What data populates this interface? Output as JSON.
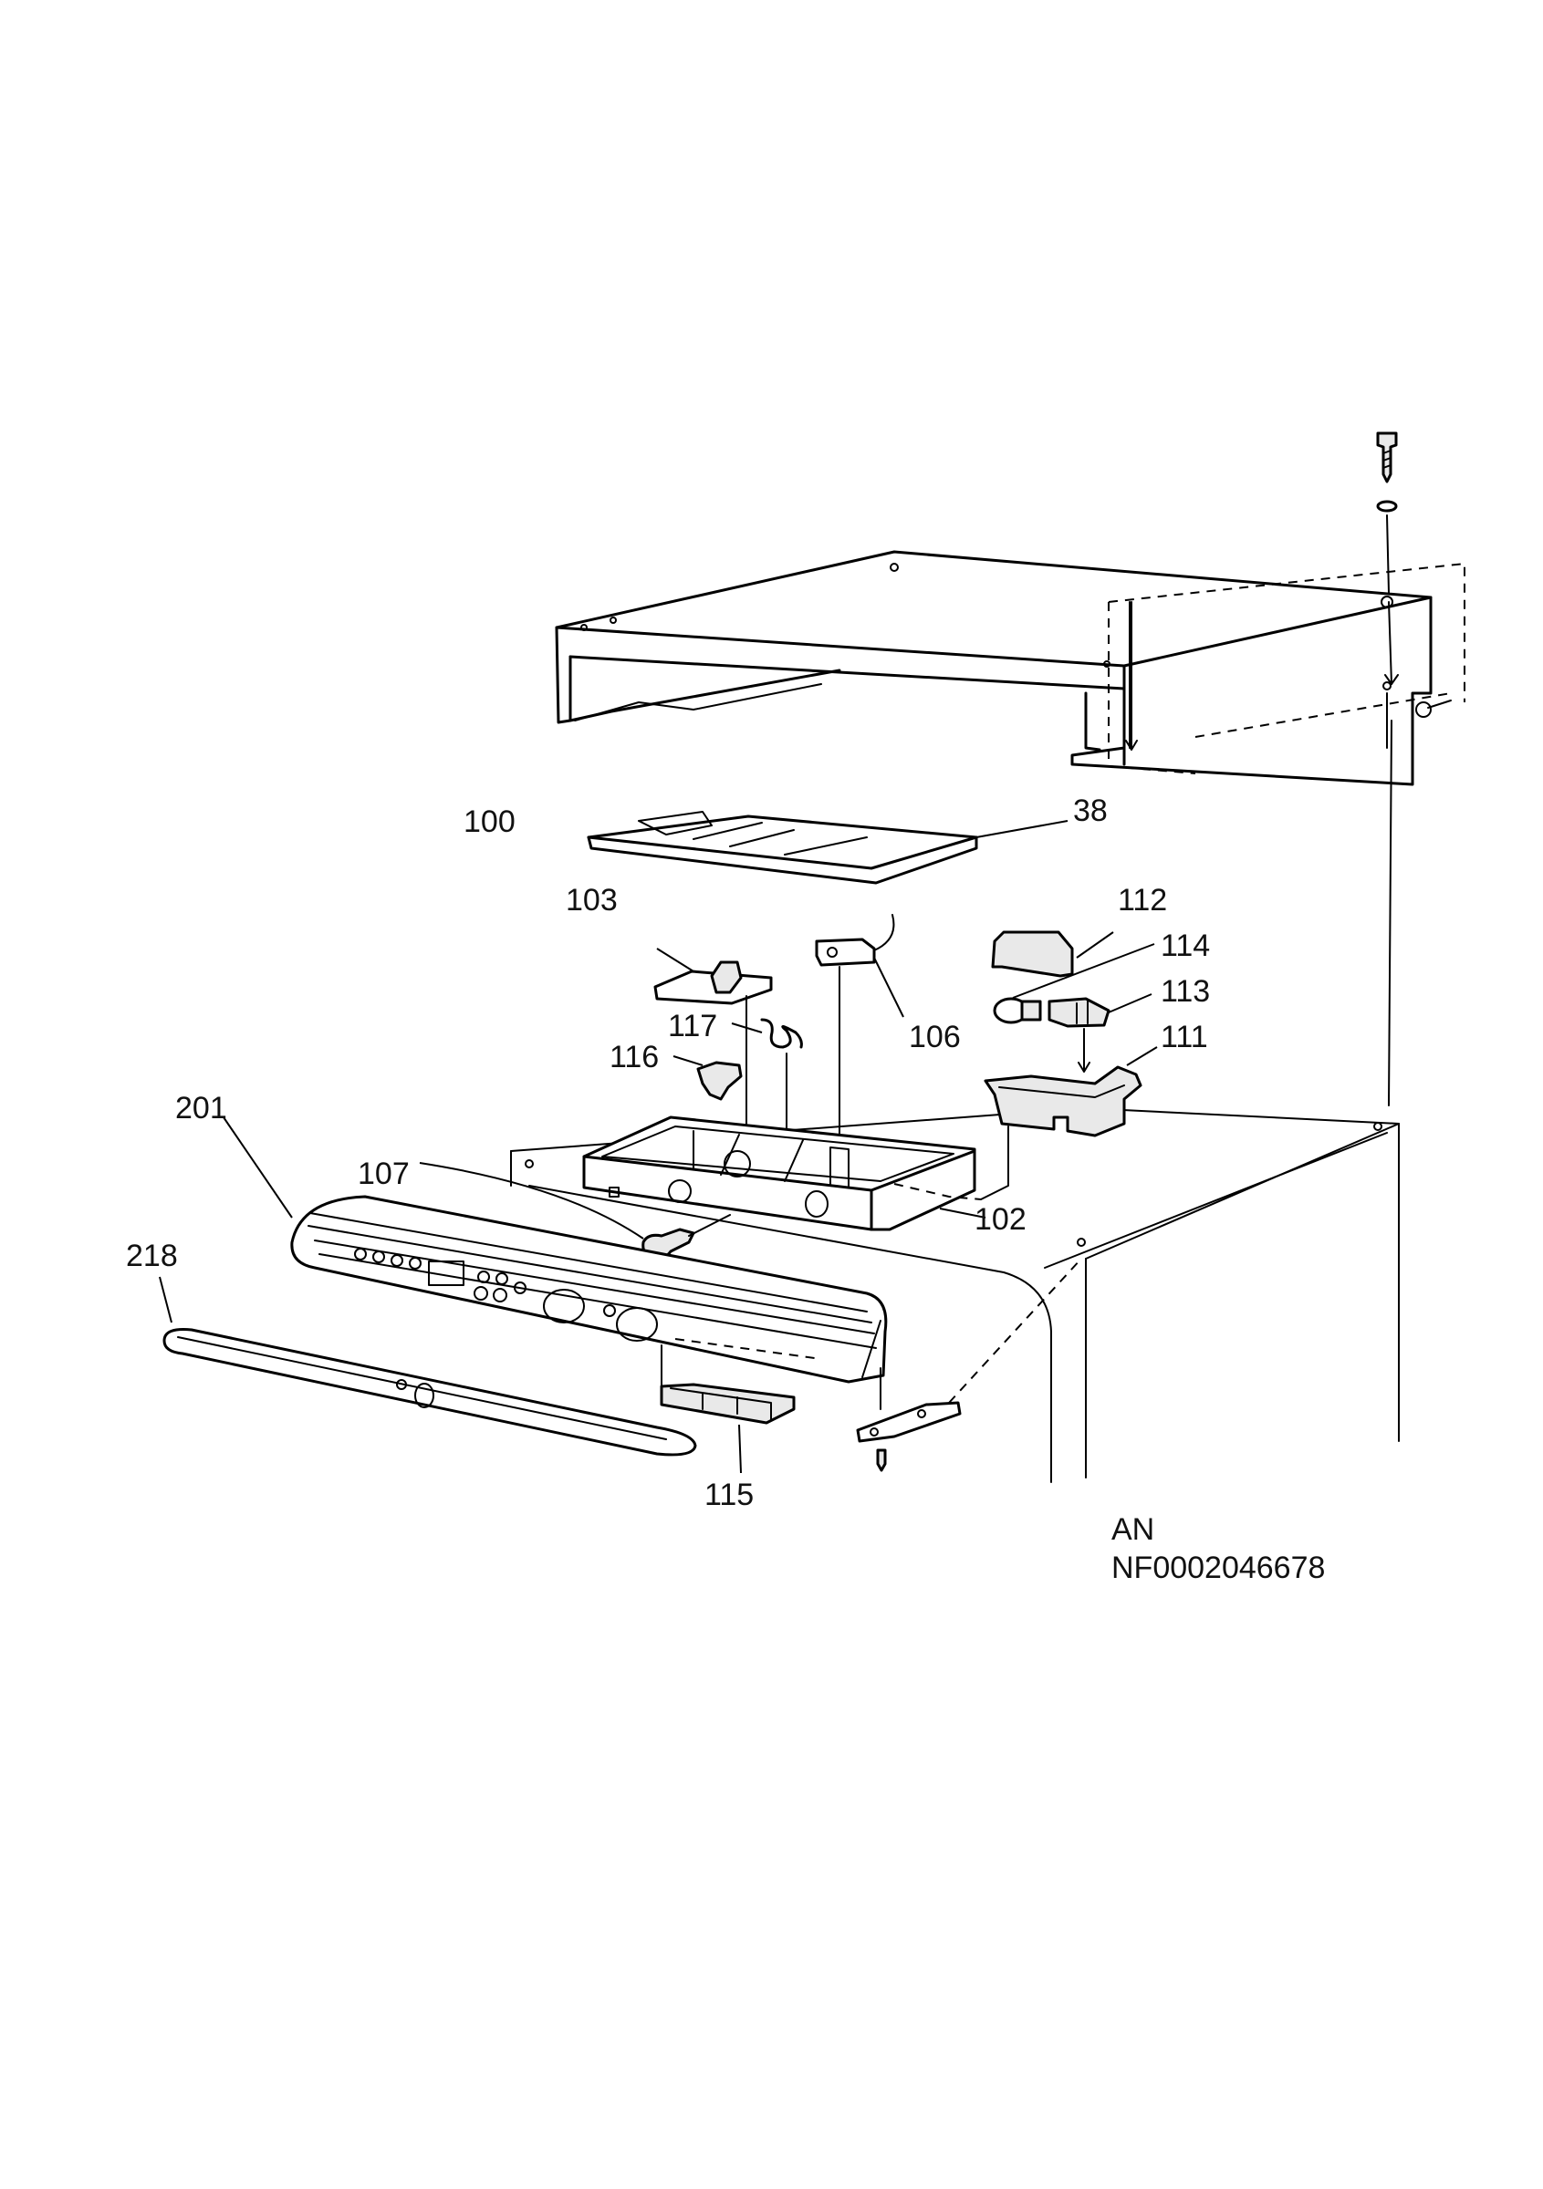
{
  "callouts": {
    "c100": "100",
    "c38": "38",
    "c103": "103",
    "c112": "112",
    "c114": "114",
    "c113": "113",
    "c111": "111",
    "c106": "106",
    "c117": "117",
    "c116": "116",
    "c201": "201",
    "c107": "107",
    "c102": "102",
    "c218": "218",
    "c115": "115"
  },
  "footer": {
    "line1": "AN",
    "line2": "NF0002046678"
  }
}
